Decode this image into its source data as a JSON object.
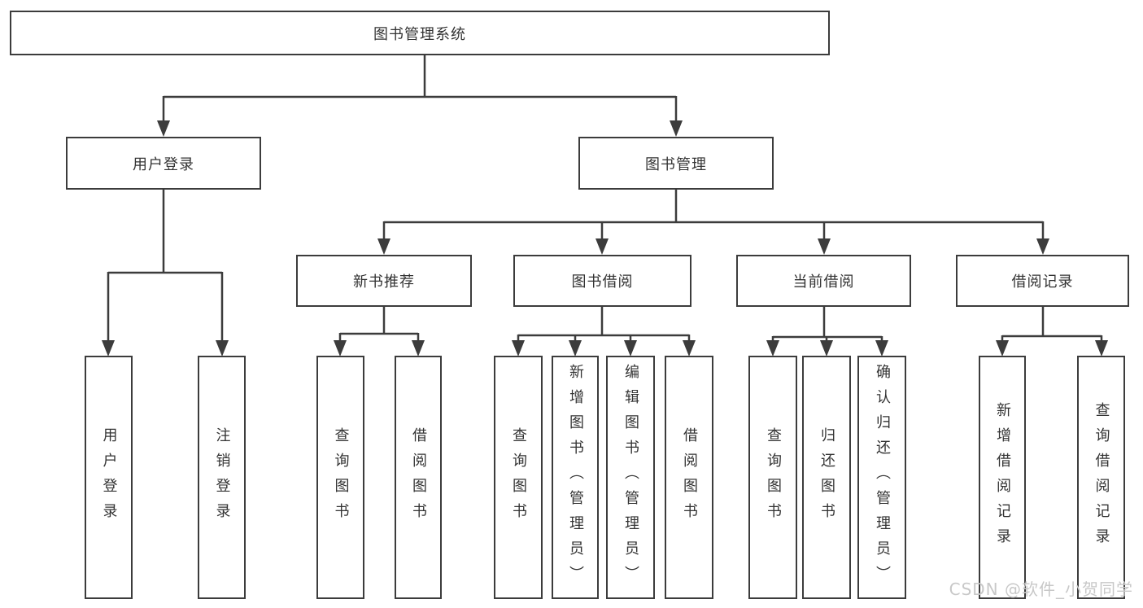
{
  "colors": {
    "background": "#ffffff",
    "line": "#3c3c3c",
    "text": "#333333",
    "watermark_text": "#c8c8c8"
  },
  "diagram": {
    "root": {
      "label": "图书管理系统"
    },
    "level1": [
      {
        "id": "user-login",
        "label": "用户登录"
      },
      {
        "id": "book-management",
        "label": "图书管理"
      }
    ],
    "level2": [
      {
        "id": "new-book-recommend",
        "label": "新书推荐"
      },
      {
        "id": "book-borrowing",
        "label": "图书借阅"
      },
      {
        "id": "current-borrowing",
        "label": "当前借阅"
      },
      {
        "id": "borrowing-records",
        "label": "借阅记录"
      }
    ],
    "leaves": [
      {
        "parent": "用户登录",
        "label": "用户登录"
      },
      {
        "parent": "用户登录",
        "label": "注销登录"
      },
      {
        "parent": "新书推荐",
        "label": "查询图书"
      },
      {
        "parent": "新书推荐",
        "label": "借阅图书"
      },
      {
        "parent": "图书借阅",
        "label": "查询图书"
      },
      {
        "parent": "图书借阅",
        "label": "新增图书（管理员）"
      },
      {
        "parent": "图书借阅",
        "label": "编辑图书（管理员）"
      },
      {
        "parent": "图书借阅",
        "label": "借阅图书"
      },
      {
        "parent": "当前借阅",
        "label": "查询图书"
      },
      {
        "parent": "当前借阅",
        "label": "归还图书"
      },
      {
        "parent": "当前借阅",
        "label": "确认归还（管理员）"
      },
      {
        "parent": "借阅记录",
        "label": "新增借阅记录"
      },
      {
        "parent": "借阅记录",
        "label": "查询借阅记录"
      }
    ]
  },
  "watermark": {
    "text": "CSDN @软件_小贺同学"
  }
}
